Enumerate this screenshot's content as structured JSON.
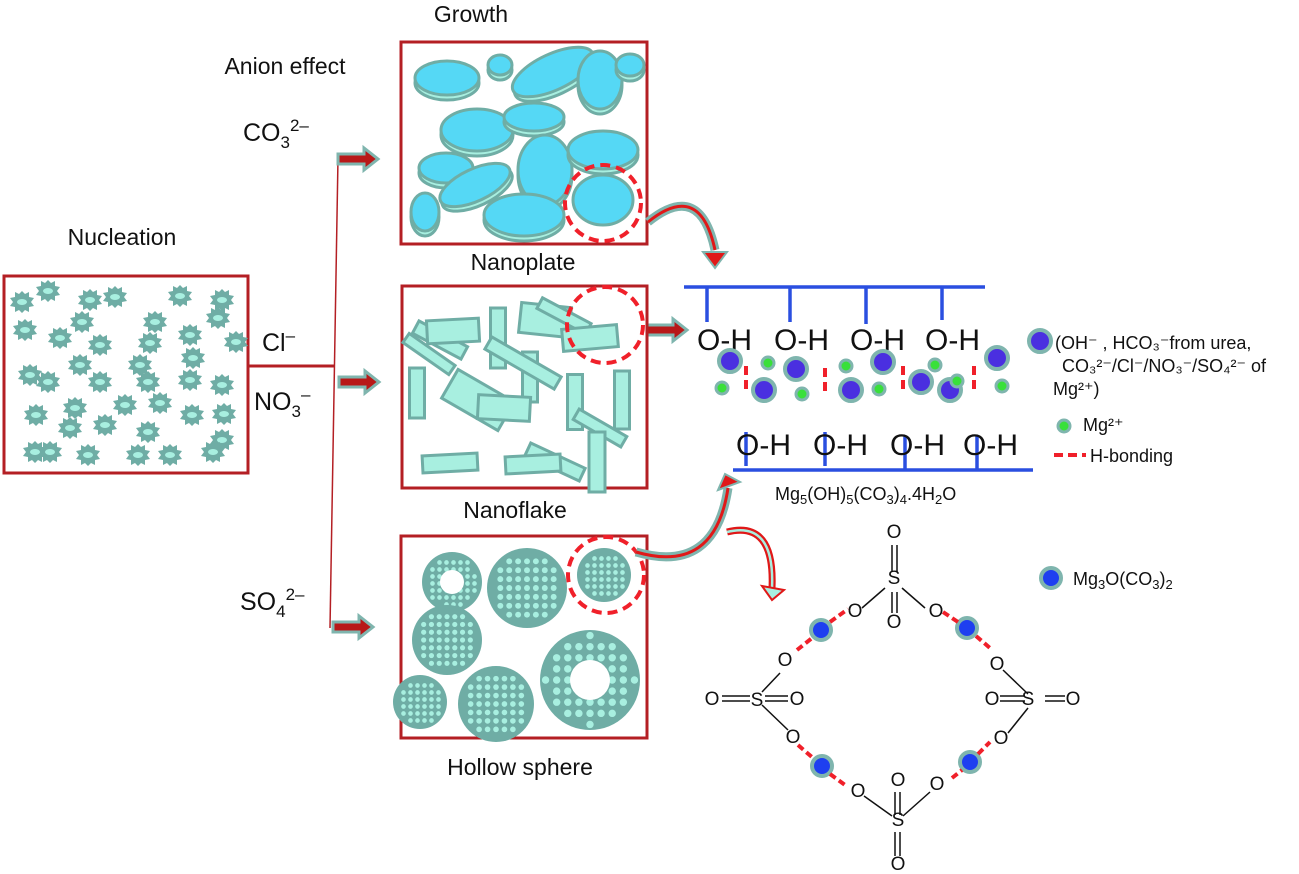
{
  "labels": {
    "growth": "Growth",
    "anion_effect": "Anion effect",
    "nucleation": "Nucleation",
    "nanoplate": "Nanoplate",
    "nanoflake": "Nanoflake",
    "hollow_sphere": "Hollow sphere"
  },
  "anions": {
    "carbonate": {
      "base": "CO",
      "sub": "3",
      "sup": "2–"
    },
    "chloride": {
      "base": "Cl",
      "sub": "",
      "sup": "–"
    },
    "nitrate": {
      "base": "NO",
      "sub": "3",
      "sup": "–"
    },
    "sulfate": {
      "base": "SO",
      "sub": "4",
      "sup": "2–"
    }
  },
  "layer_structure": {
    "oh_label": "O-H",
    "formula": {
      "p1": "Mg",
      "s1": "5",
      "p2": "(OH)",
      "s2": "5",
      "p3": "(CO",
      "s3": "3",
      "p4": ")",
      "s4": "4",
      "p5": ".4H",
      "s5": "2",
      "p6": "O"
    }
  },
  "legend": {
    "anion_line1": "(OH⁻ , HCO₃⁻from urea,",
    "anion_line2": "CO₃²⁻/Cl⁻/NO₃⁻/SO₄²⁻ of",
    "anion_line3": "Mg²⁺)",
    "mg_ion": "Mg²⁺",
    "h_bonding": "H-bonding",
    "mg3o": {
      "p1": "Mg",
      "s1": "3",
      "p2": "O(CO",
      "s2": "3",
      "p3": ")",
      "s3": "2"
    }
  },
  "sulfate_ring": {
    "S": "S",
    "O": "O"
  },
  "colors": {
    "box_border": "#b41f24",
    "particle_teal": "#6fada5",
    "particle_light": "#a8efe0",
    "plate_blue": "#55d8f5",
    "layer_blue": "#2a4fe0",
    "anion_purple": "#4a2fe0",
    "mg_green": "#39e03a",
    "h_bond_red": "#f0202a",
    "mg3o_blue": "#1e3ff0"
  }
}
